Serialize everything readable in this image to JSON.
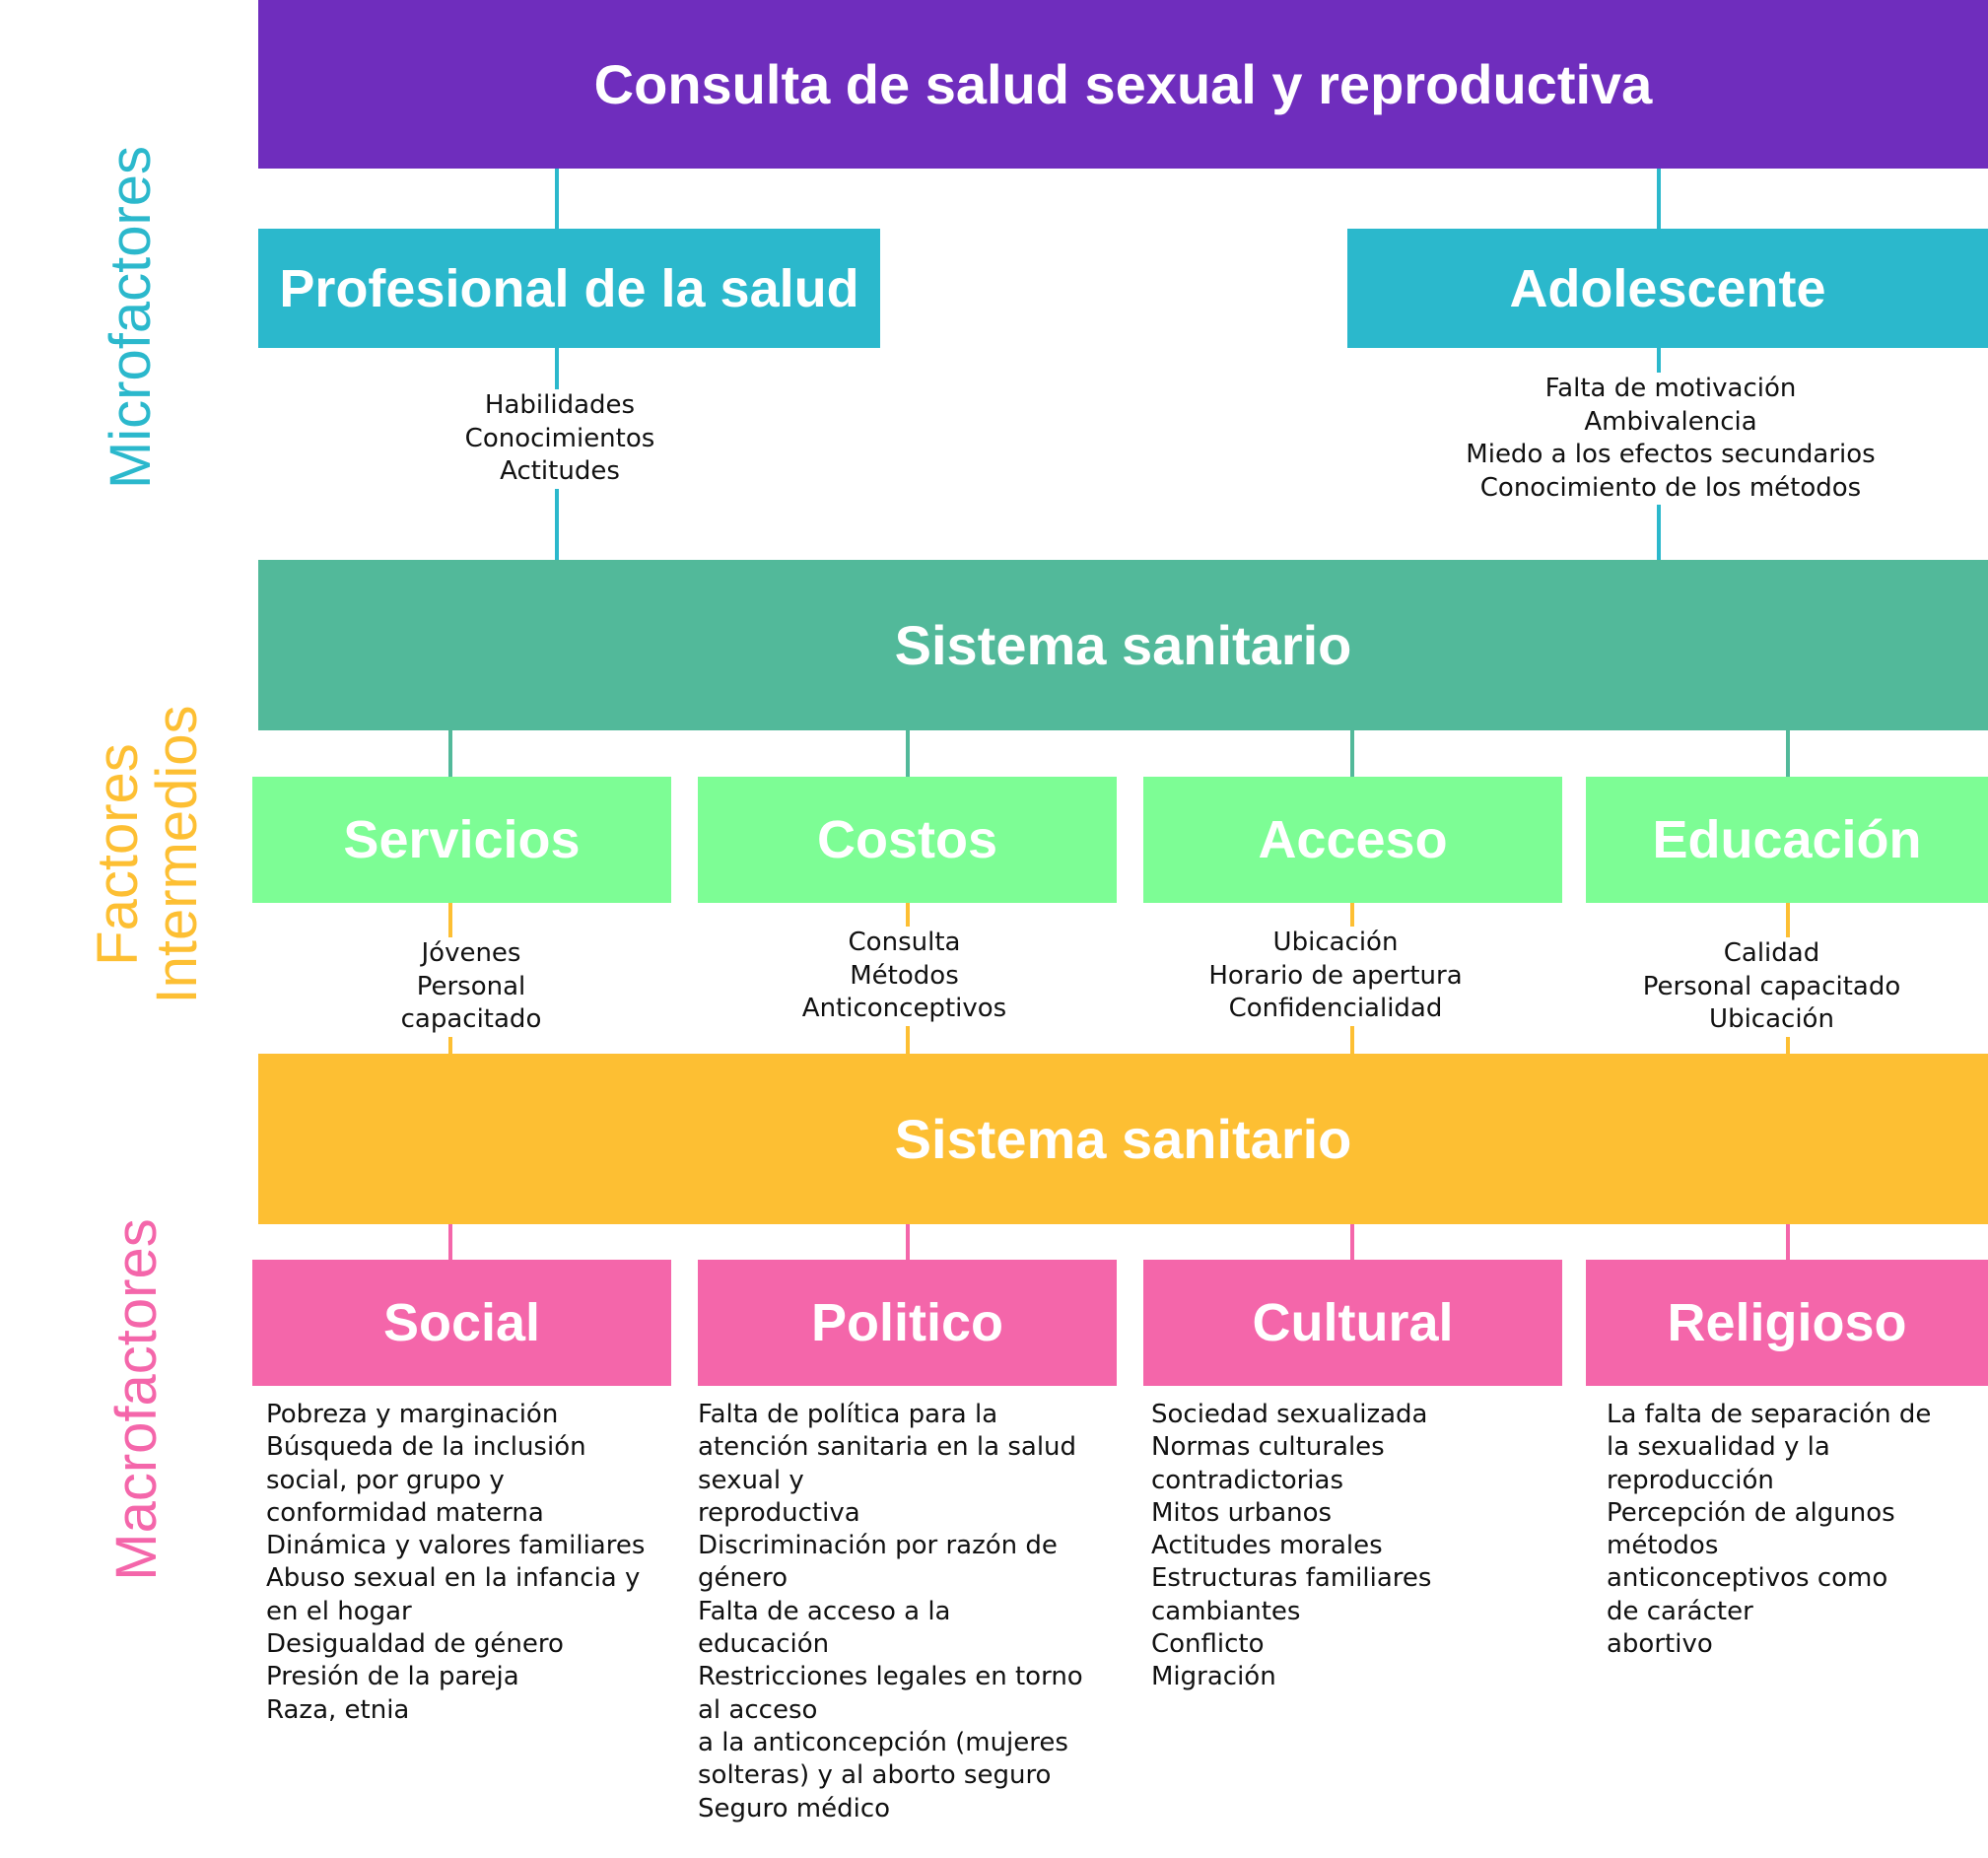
{
  "colors": {
    "purple": "#6f2dbd",
    "cyan": "#2bb8cc",
    "teal": "#52b99a",
    "light_green": "#7dfd95",
    "yellow": "#fdbf33",
    "pink": "#f466aa",
    "text": "#111111"
  },
  "side_labels": {
    "micro": "Microfactores",
    "intermediate_1": "Factores",
    "intermediate_2": "Intermedios",
    "macro": "Macrofactores"
  },
  "title": "Consulta de salud sexual y reproductiva",
  "micro": {
    "professional": {
      "label": "Profesional de la salud",
      "items": [
        "Habilidades",
        "Conocimientos",
        "Actitudes"
      ]
    },
    "adolescent": {
      "label": "Adolescente",
      "items": [
        "Falta de motivación",
        "Ambivalencia",
        "Miedo a los efectos secundarios",
        "Conocimiento de los métodos"
      ]
    }
  },
  "intermediate": {
    "system_label": "Sistema sanitario",
    "factors": [
      {
        "label": "Servicios",
        "items": [
          "Jóvenes",
          "Personal",
          "capacitado"
        ]
      },
      {
        "label": "Costos",
        "items": [
          "Consulta",
          "Métodos",
          "Anticonceptivos"
        ]
      },
      {
        "label": "Acceso",
        "items": [
          "Ubicación",
          "Horario de apertura",
          "Confidencialidad"
        ]
      },
      {
        "label": "Educación",
        "items": [
          "Calidad",
          "Personal capacitado",
          "Ubicación"
        ]
      }
    ]
  },
  "macro": {
    "system_label": "Sistema sanitario",
    "factors": [
      {
        "label": "Social",
        "items": [
          "Pobreza y marginación",
          "Búsqueda de la inclusión",
          "social, por grupo y",
          "conformidad materna",
          "Dinámica y valores familiares",
          "Abuso sexual en la infancia y",
          "en el hogar",
          "Desigualdad de género",
          "Presión de la pareja",
          "Raza, etnia"
        ]
      },
      {
        "label": "Politico",
        "items": [
          "Falta de política para la",
          "atención sanitaria  en la salud",
          "sexual y",
          "reproductiva",
          "Discriminación por razón de",
          "género",
          "Falta de acceso a la",
          "educación",
          "Restricciones legales en torno",
          "al acceso",
          "a la anticoncepción (mujeres",
          "solteras) y al aborto seguro",
          "Seguro médico"
        ]
      },
      {
        "label": "Cultural",
        "items": [
          "Sociedad sexualizada",
          "Normas culturales",
          "contradictorias",
          "Mitos urbanos",
          "Actitudes morales",
          "Estructuras familiares",
          "cambiantes",
          "Conflicto",
          "Migración"
        ]
      },
      {
        "label": "Religioso",
        "items": [
          "La falta de separación de",
          "la sexualidad y la",
          "reproducción",
          "Percepción de algunos",
          "métodos",
          "anticonceptivos como",
          "de carácter",
          "abortivo"
        ]
      }
    ]
  }
}
